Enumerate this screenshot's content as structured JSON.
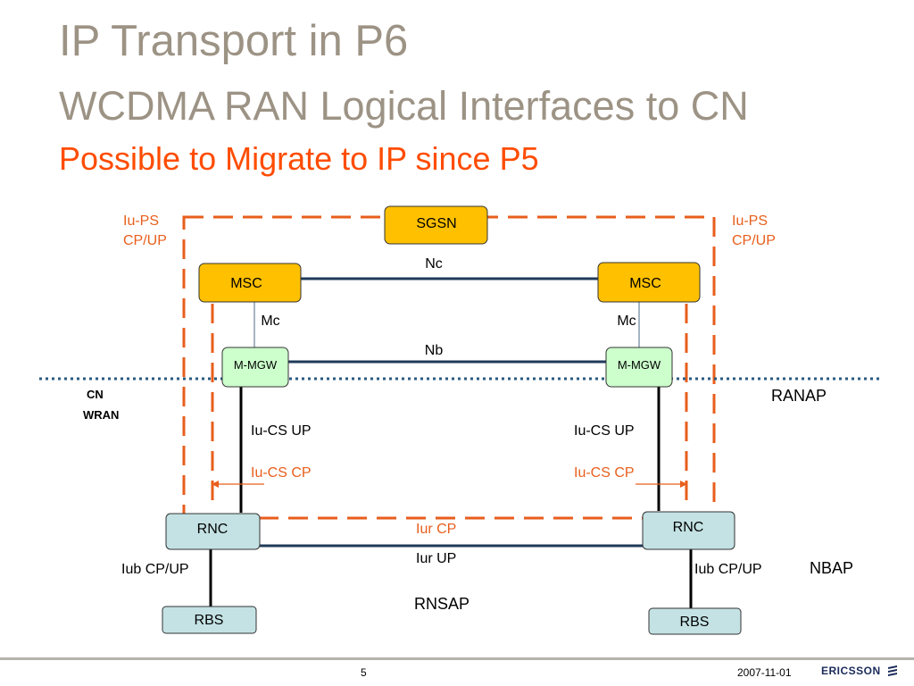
{
  "title": {
    "line1": "IP Transport in P6",
    "line2": "WCDMA RAN Logical Interfaces to CN",
    "line3": "Possible to Migrate to IP since P5"
  },
  "nodes": {
    "sgsn": "SGSN",
    "msc_left": "MSC",
    "msc_right": "MSC",
    "mgw_left": "M-MGW",
    "mgw_right": "M-MGW",
    "rnc_left": "RNC",
    "rnc_right": "RNC",
    "rbs_left": "RBS",
    "rbs_right": "RBS"
  },
  "labels": {
    "iups_left_line1": "Iu-PS",
    "iups_left_line2": "CP/UP",
    "iups_right_line1": "Iu-PS",
    "iups_right_line2": "CP/UP",
    "nc": "Nc",
    "mc_left": "Mc",
    "mc_right": "Mc",
    "nb": "Nb",
    "cn": "CN",
    "wran": "WRAN",
    "ranap": "RANAP",
    "iucs_up_left": "Iu-CS UP",
    "iucs_up_right": "Iu-CS UP",
    "iucs_cp_left": "Iu-CS CP",
    "iucs_cp_right": "Iu-CS CP",
    "iur_cp": "Iur CP",
    "iur_up": "Iur UP",
    "iub_left": "Iub CP/UP",
    "iub_right": "Iub CP/UP",
    "nbap": "NBAP",
    "rnsap": "RNSAP"
  },
  "footer": {
    "page_number": "5",
    "date": "2007-11-01",
    "logo": "ERICSSON"
  },
  "colors": {
    "title_gray": "#9c9385",
    "title_orange": "#ff4c00",
    "core_node_fill": "#ffc000",
    "mgw_fill": "#ccffcc",
    "ran_node_fill": "#c4e2e4",
    "dashed_orange": "#e85e1c",
    "link_navy": "#1f3a5a",
    "boundary_blue": "#2a5a80"
  }
}
